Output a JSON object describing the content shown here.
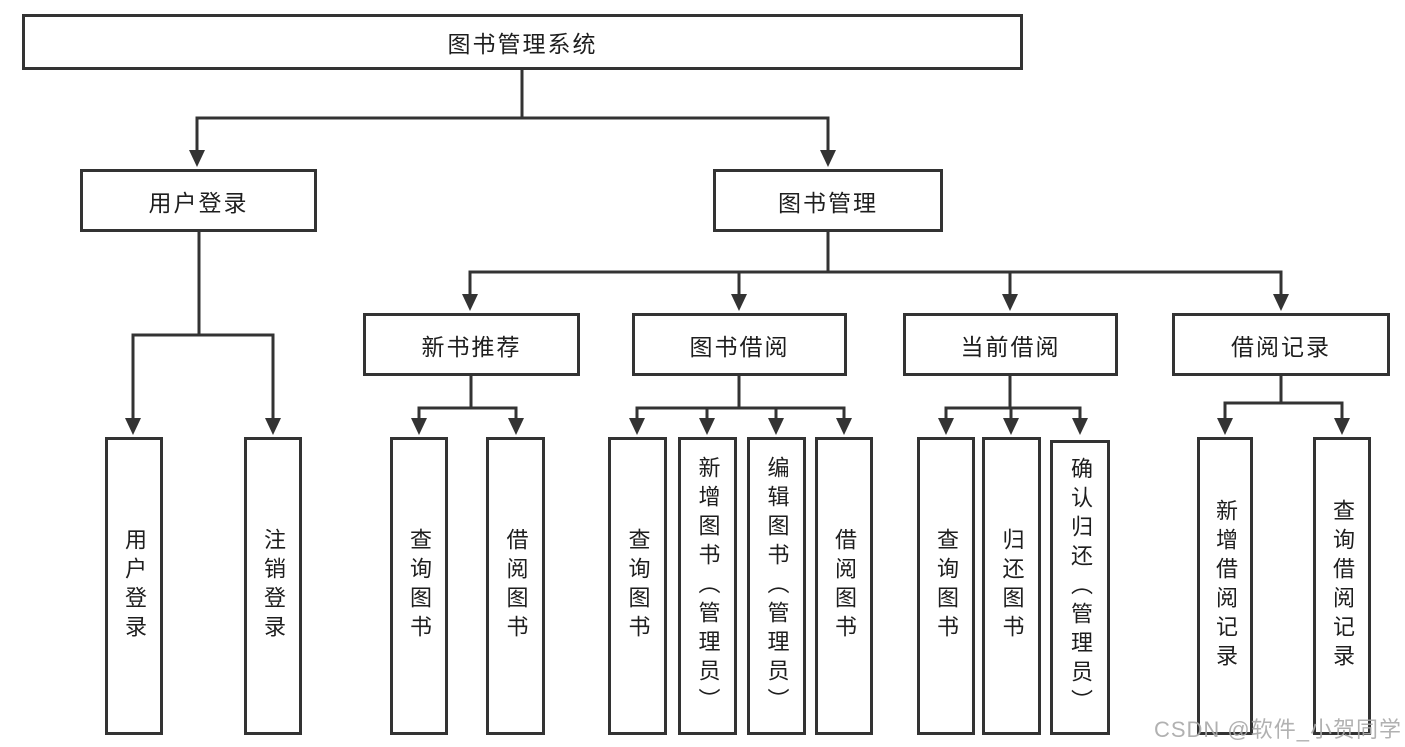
{
  "diagram": {
    "type": "tree",
    "root": {
      "label": "图书管理系统",
      "children": [
        {
          "label": "用户登录",
          "children": [
            {
              "label": "用户登录"
            },
            {
              "label": "注销登录"
            }
          ]
        },
        {
          "label": "图书管理",
          "children": [
            {
              "label": "新书推荐",
              "children": [
                {
                  "label": "查询图书"
                },
                {
                  "label": "借阅图书"
                }
              ]
            },
            {
              "label": "图书借阅",
              "children": [
                {
                  "label": "查询图书"
                },
                {
                  "label": "新增图书（管理员）"
                },
                {
                  "label": "编辑图书（管理员）"
                },
                {
                  "label": "借阅图书"
                }
              ]
            },
            {
              "label": "当前借阅",
              "children": [
                {
                  "label": "查询图书"
                },
                {
                  "label": "归还图书"
                },
                {
                  "label": "确认归还（管理员）"
                }
              ]
            },
            {
              "label": "借阅记录",
              "children": [
                {
                  "label": "新增借阅记录"
                },
                {
                  "label": "查询借阅记录"
                }
              ]
            }
          ]
        }
      ]
    },
    "watermark": "CSDN @软件_小贺同学",
    "colors": {
      "line": "#333333",
      "text": "#1e1e1e",
      "watermark": "#a9a9a9",
      "background": "#ffffff"
    }
  }
}
